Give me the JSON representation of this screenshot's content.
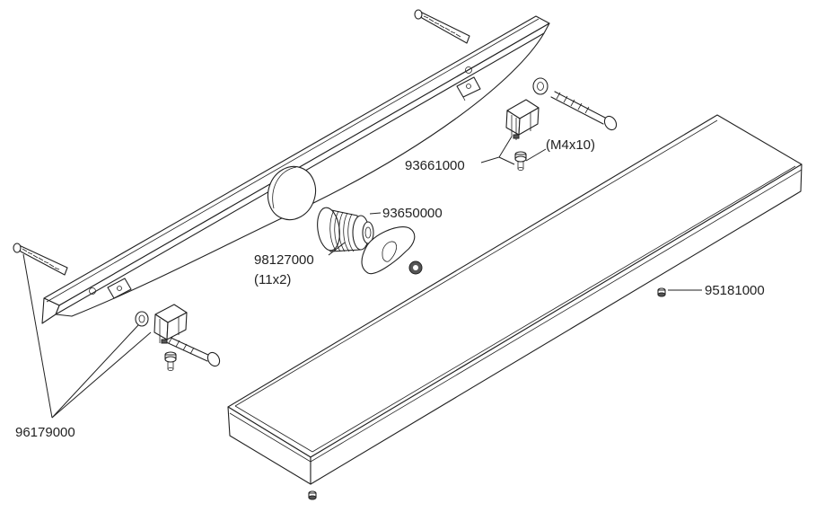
{
  "labels": {
    "p93661000": "93661000",
    "m4x10": "(M4x10)",
    "p93650000": "93650000",
    "p98127000": "98127000",
    "size11x2": "(11x2)",
    "p95181000": "95181000",
    "p96179000": "96179000"
  }
}
